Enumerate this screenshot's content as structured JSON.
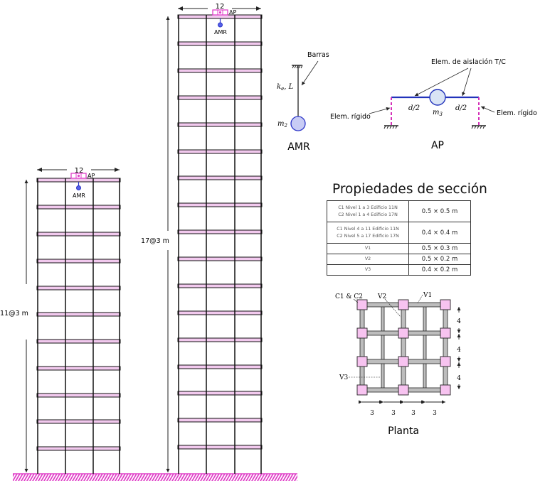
{
  "colors": {
    "beam_fill": "#f2c9ee",
    "frame_line": "#111111",
    "ground": "#e040c8",
    "mass_fill": "#c8ccf5",
    "mass_stroke": "#2b34c8",
    "ap_beam": "#2233bb",
    "rigid_elem": "#d42fb8",
    "plan_beam": "#bdbdbd",
    "plan_column": "#f7c3f0"
  },
  "building_11": {
    "width_label": "12",
    "height_label": "11@3 m",
    "ap_label": "AP",
    "amr_label": "AMR",
    "stories": 11
  },
  "building_17": {
    "width_label": "12",
    "height_label": "17@3 m",
    "ap_label": "AP",
    "amr_label": "AMR",
    "stories": 17
  },
  "amr_detail": {
    "bars_label": "Barras",
    "stiffness_label": "k_e, L",
    "mass_label": "m_2",
    "title": "AMR"
  },
  "ap_detail": {
    "isolation_label": "Elem. de aislación T/C",
    "rigid_left_label": "Elem. rígido",
    "rigid_right_label": "Elem. rígido",
    "half_left": "d/2",
    "half_right": "d/2",
    "mass_label": "m_3",
    "title": "AP"
  },
  "section_table": {
    "title": "Propiedades de sección",
    "rows": [
      {
        "element_line1": "C1 Nivel 1 a 3 Edificio 11N",
        "element_line2": "C2 Nivel 1 a 4 Edificio 17N",
        "section": "0.5 × 0.5 m"
      },
      {
        "element_line1": "C1 Nivel 4 a 11 Edificio 11N",
        "element_line2": "C2 Nivel 5 a 17 Edificio 17N",
        "section": "0.4 × 0.4 m"
      },
      {
        "element_line1": "V1",
        "element_line2": "",
        "section": "0.5 × 0.3 m"
      },
      {
        "element_line1": "V2",
        "element_line2": "",
        "section": "0.5 × 0.2 m"
      },
      {
        "element_line1": "V3",
        "element_line2": "",
        "section": "0.4 × 0.2 m"
      }
    ]
  },
  "plan": {
    "title": "Planta",
    "column_label": "C1 & C2",
    "v1_label": "V1",
    "v2_label": "V2",
    "v3_label": "V3",
    "x_spans": [
      "3",
      "3",
      "3",
      "3"
    ],
    "y_spans": [
      "4",
      "4",
      "4"
    ]
  }
}
